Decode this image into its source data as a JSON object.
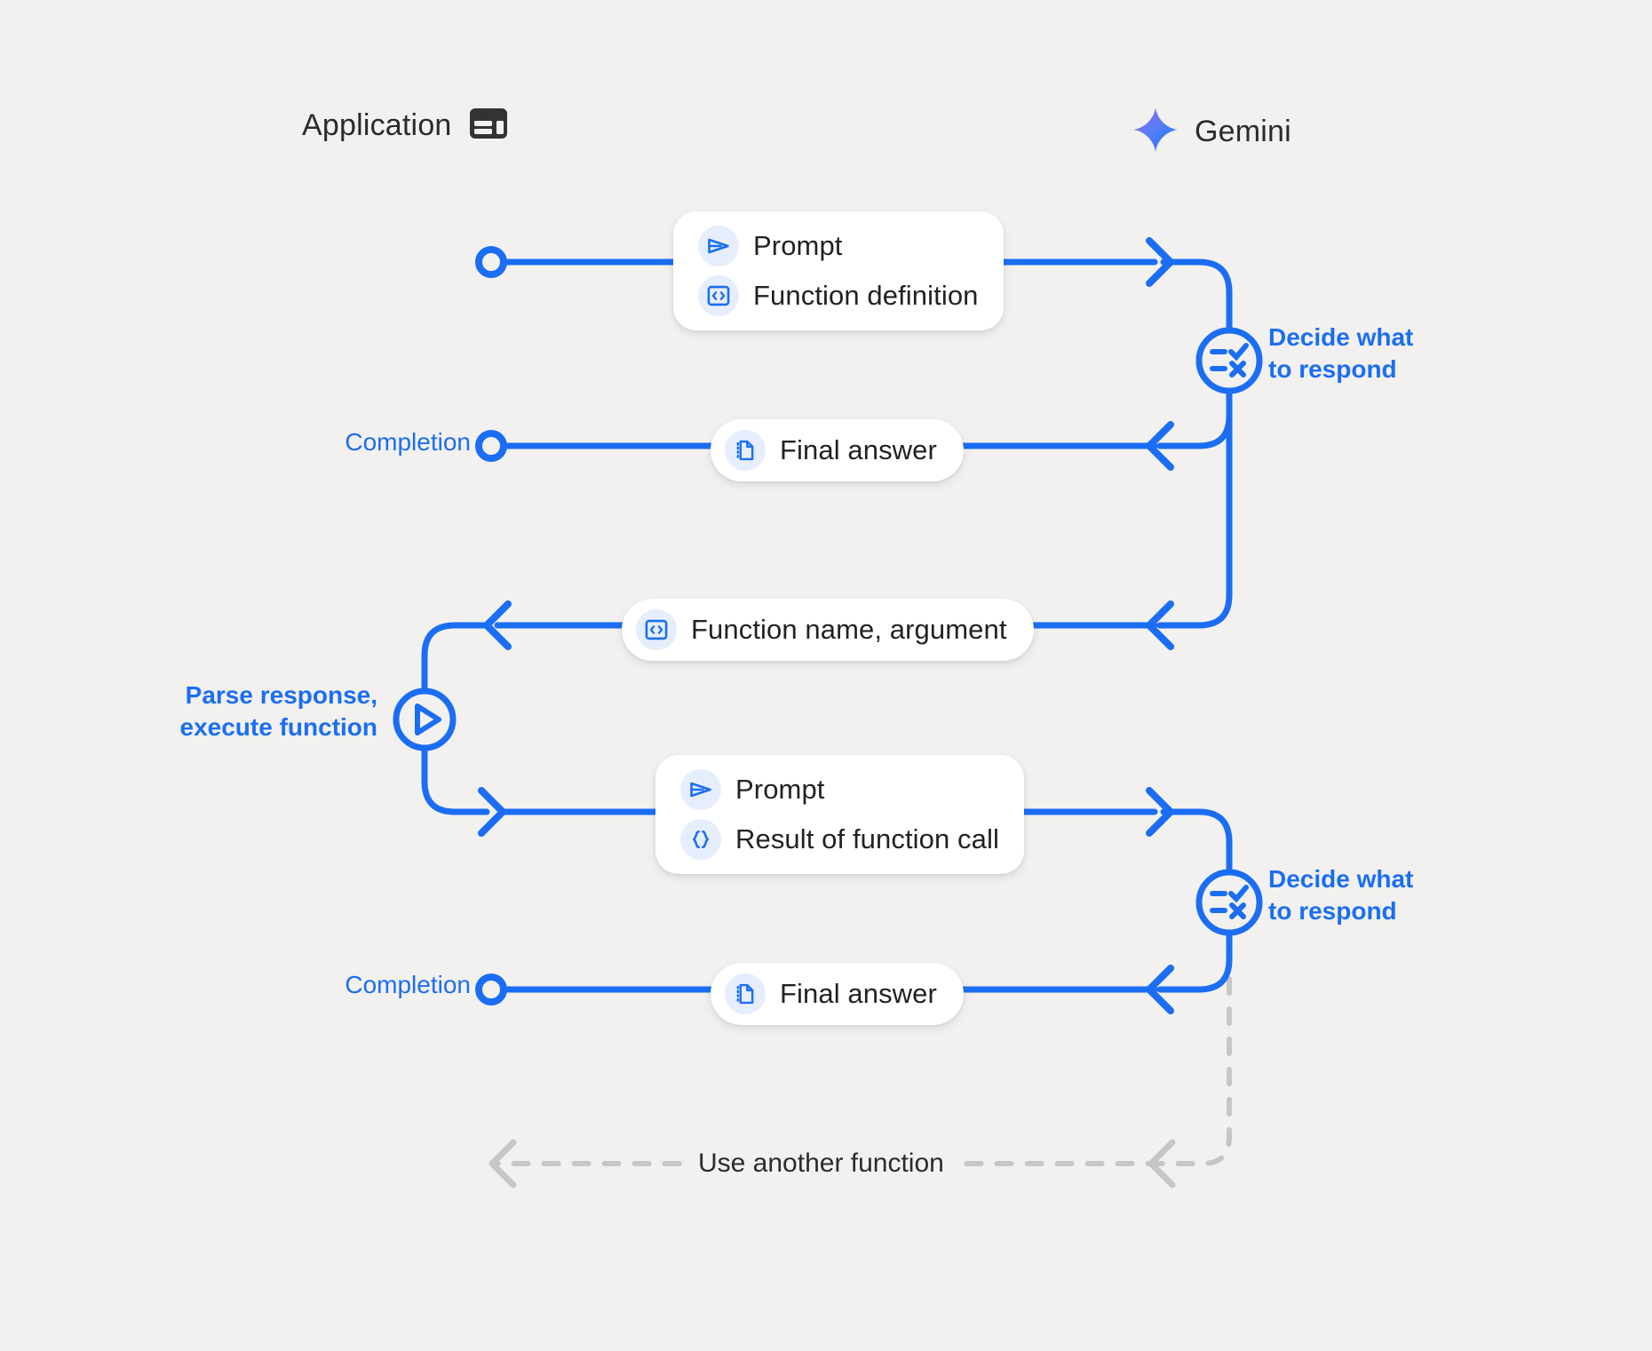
{
  "background_color": "#F2F1EF",
  "accent_blue": "#1B6EF3",
  "muted_gray": "#C6C6C6",
  "text_dark": "#222222",
  "actors": {
    "application": {
      "label": "Application",
      "icon": "application-window-icon"
    },
    "gemini": {
      "label": "Gemini",
      "icon": "gemini-sparkle-icon"
    }
  },
  "messages": {
    "prompt_1": {
      "rows": [
        {
          "icon": "send-prompt-icon",
          "label": "Prompt"
        },
        {
          "icon": "code-brackets-icon",
          "label": "Function definition"
        }
      ]
    },
    "final_answer_1": {
      "rows": [
        {
          "icon": "document-icon",
          "label": "Final answer"
        }
      ]
    },
    "function_call": {
      "rows": [
        {
          "icon": "code-brackets-icon",
          "label": "Function name,  argument"
        }
      ]
    },
    "prompt_2": {
      "rows": [
        {
          "icon": "send-prompt-icon",
          "label": "Prompt"
        },
        {
          "icon": "curly-braces-icon",
          "label": "Result of function call"
        }
      ]
    },
    "final_answer_2": {
      "rows": [
        {
          "icon": "document-icon",
          "label": "Final answer"
        }
      ]
    }
  },
  "annotations": {
    "decide_1": {
      "label": "Decide what\nto respond",
      "icon": "checklist-decision-icon"
    },
    "decide_2": {
      "label": "Decide what\nto respond",
      "icon": "checklist-decision-icon"
    },
    "parse_execute": {
      "label": "Parse response,\nexecute function",
      "icon": "play-circle-icon"
    },
    "completion_1": {
      "label": "Completion"
    },
    "completion_2": {
      "label": "Completion"
    },
    "loop_back": {
      "label": "Use another function"
    }
  }
}
